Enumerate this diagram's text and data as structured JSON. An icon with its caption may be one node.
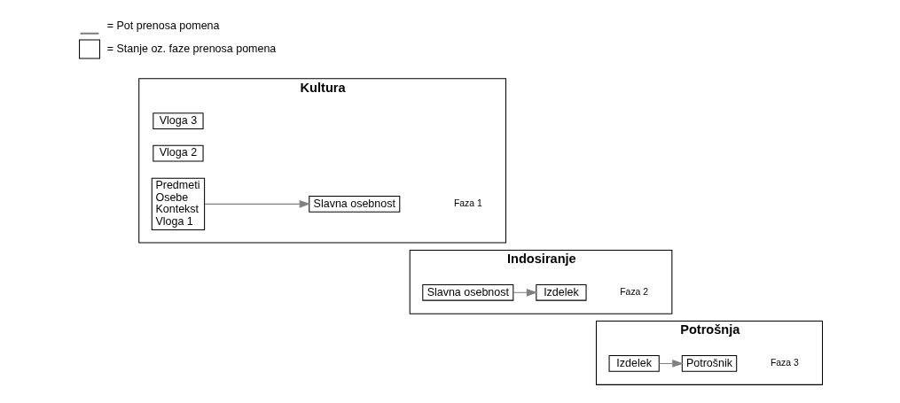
{
  "diagram": {
    "nodes": [
      {
        "text": [
          "Kultura",
          "Faza 1"
        ]
      },
      {
        "text": [
          "Vloga 3"
        ],
        "in": 0
      },
      {
        "text": [
          "Vloga 2"
        ],
        "in": 0
      },
      {
        "text": [
          "Predmeti",
          "Osebe",
          "Kontekst",
          "Vloga 1"
        ],
        "in": 0
      },
      {
        "text": [
          "Slavna osebnost"
        ],
        "in": 0
      },
      {
        "text": [
          "Indosiranje",
          "Faza 2"
        ]
      },
      {
        "text": [
          "Slavna osebnost"
        ],
        "in": 5
      },
      {
        "text": [
          "Izdelek"
        ],
        "in": 5
      },
      {
        "text": [
          "Potrošnja",
          "Faza 3"
        ]
      },
      {
        "text": [
          "Izdelek"
        ],
        "in": 8
      },
      {
        "text": [
          "Potrošnik"
        ],
        "in": 8
      }
    ],
    "edges": [
      {
        "from": 3,
        "to": 4,
        "arrow": "to"
      },
      {
        "from": 6,
        "to": 7,
        "arrow": "to"
      },
      {
        "from": 9,
        "to": 10,
        "arrow": "to"
      }
    ],
    "legend": [
      {
        "text": "= Pot prenosa pomena"
      },
      {
        "text": "= Stanje oz. faze prenosa pomena"
      }
    ]
  }
}
